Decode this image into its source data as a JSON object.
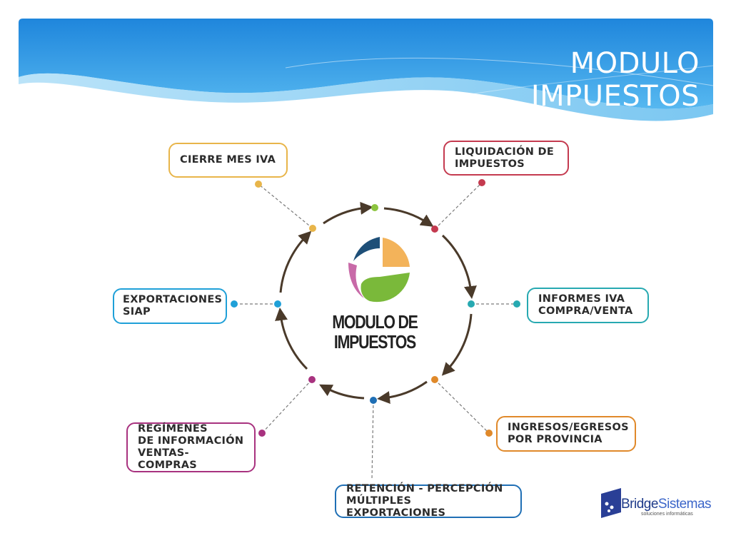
{
  "slide": {
    "title": "MODULO IMPUESTOS"
  },
  "center": {
    "line1": "MODULO DE",
    "line2": "IMPUESTOS"
  },
  "nodes": [
    {
      "label": "CIERRE MES IVA",
      "color": "#e8b54a"
    },
    {
      "label": "LIQUIDACIÓN DE\nIMPUESTOS",
      "color": "#c43a4f"
    },
    {
      "label": "INFORMES IVA\nCOMPRA/VENTA",
      "color": "#27a9b1"
    },
    {
      "label": "INGRESOS/EGRESOS\nPOR PROVINCIA",
      "color": "#e0892a"
    },
    {
      "label": "RETENCIÓN - PERCEPCIÓN\nMÚLTIPLES EXPORTACIONES",
      "color": "#1f6fb5"
    },
    {
      "label": "REGÍMENES\nDE INFORMACIÓN\nVENTAS-COMPRAS",
      "color": "#a8327f"
    },
    {
      "label": "EXPORTACIONES\nSIAP",
      "color": "#1fa0d8"
    }
  ],
  "top_dot_color": "#8cc43f",
  "logo": {
    "brand_part1": "Bridge",
    "brand_part2": "Sistemas",
    "tagline": "soluciones informáticas"
  },
  "colors": {
    "banner": "#2a8fde",
    "arrow": "#4a3a2a"
  }
}
